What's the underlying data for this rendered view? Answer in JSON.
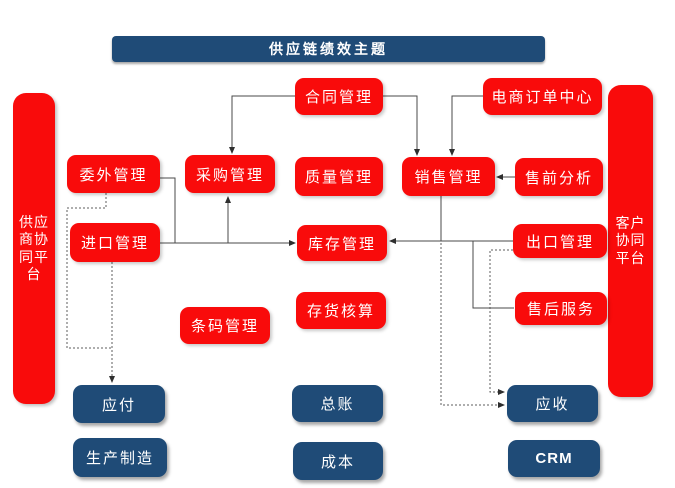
{
  "colors": {
    "module_red": "#F90B0B",
    "module_dark_blue": "#1F4B77",
    "connector_line": "#4a4a4a",
    "text_white": "#FFFFFF"
  },
  "title": {
    "label": "供应链绩效主题"
  },
  "platforms": {
    "left": {
      "label": "供应商协同平台",
      "lines": [
        "供应",
        "商协",
        "同平",
        "台"
      ]
    },
    "right": {
      "label": "客户协同平台",
      "lines": [
        "客户",
        "协同",
        "平台"
      ]
    }
  },
  "nodes": {
    "contract": {
      "label": "合同管理"
    },
    "ecommerce": {
      "label": "电商订单中心"
    },
    "outsourcing": {
      "label": "委外管理"
    },
    "procurement": {
      "label": "采购管理"
    },
    "quality": {
      "label": "质量管理"
    },
    "sales": {
      "label": "销售管理"
    },
    "presales": {
      "label": "售前分析"
    },
    "import": {
      "label": "进口管理"
    },
    "inventory": {
      "label": "库存管理"
    },
    "export": {
      "label": "出口管理"
    },
    "aftersales": {
      "label": "售后服务"
    },
    "barcode": {
      "label": "条码管理"
    },
    "inv_accounting": {
      "label": "存货核算"
    },
    "payable": {
      "label": "应付"
    },
    "ledger": {
      "label": "总账"
    },
    "receivable": {
      "label": "应收"
    },
    "manufacturing": {
      "label": "生产制造"
    },
    "cost": {
      "label": "成本"
    },
    "crm": {
      "label": "CRM"
    }
  },
  "edges": [
    {
      "from": "合同管理",
      "to": "采购管理",
      "style": "solid"
    },
    {
      "from": "合同管理",
      "to": "销售管理",
      "style": "solid"
    },
    {
      "from": "电商订单中心",
      "to": "销售管理",
      "style": "solid"
    },
    {
      "from": "售前分析",
      "to": "销售管理",
      "style": "solid"
    },
    {
      "from": "委外管理",
      "to": "库存管理",
      "style": "solid"
    },
    {
      "from": "进口管理",
      "to": "库存管理",
      "style": "solid"
    },
    {
      "from": "进口管理",
      "to": "采购管理",
      "style": "solid"
    },
    {
      "from": "销售管理",
      "to": "库存管理",
      "style": "solid"
    },
    {
      "from": "出口管理",
      "to": "库存管理",
      "style": "solid"
    },
    {
      "from": "售后服务",
      "to": "库存管理",
      "style": "solid"
    },
    {
      "from": "委外管理",
      "to": "应付",
      "style": "dotted"
    },
    {
      "from": "进口管理",
      "to": "应付",
      "style": "dotted"
    },
    {
      "from": "出口管理",
      "to": "应收",
      "style": "dotted"
    },
    {
      "from": "销售管理",
      "to": "应收",
      "style": "dotted"
    }
  ]
}
